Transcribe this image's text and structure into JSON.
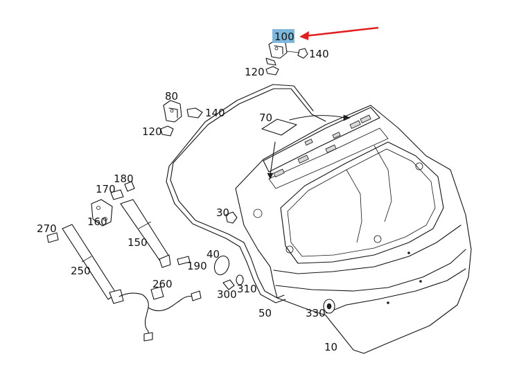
{
  "diagram": {
    "highlight_color": "#7fb6dc",
    "arrow_color": "#e02020",
    "callouts": {
      "p100": "100",
      "p140a": "140",
      "p120a": "120",
      "p80": "80",
      "p140b": "140",
      "p120b": "120",
      "p70": "70",
      "p180": "180",
      "p170": "170",
      "p160": "160",
      "p150": "150",
      "p270": "270",
      "p250": "250",
      "p30": "30",
      "p40": "40",
      "p190": "190",
      "p260": "260",
      "p300": "300",
      "p310": "310",
      "p50": "50",
      "p330": "330",
      "p10": "10"
    }
  }
}
